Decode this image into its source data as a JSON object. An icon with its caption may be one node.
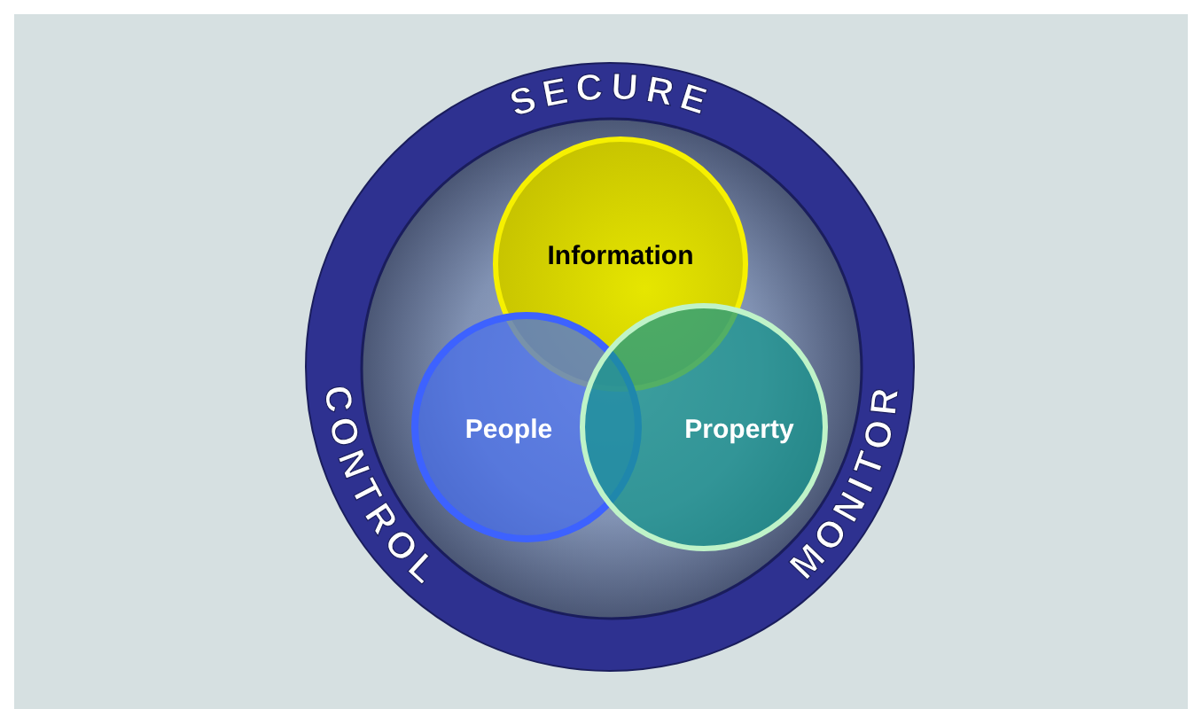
{
  "diagram": {
    "nodes": [
      {
        "text": [
          "SECURE",
          "CONTROL",
          "MONITOR"
        ]
      },
      {
        "text": [
          "Information"
        ],
        "in": 0
      },
      {
        "text": [
          "People"
        ],
        "in": 0
      },
      {
        "text": [
          "Property"
        ],
        "in": 0
      }
    ]
  }
}
